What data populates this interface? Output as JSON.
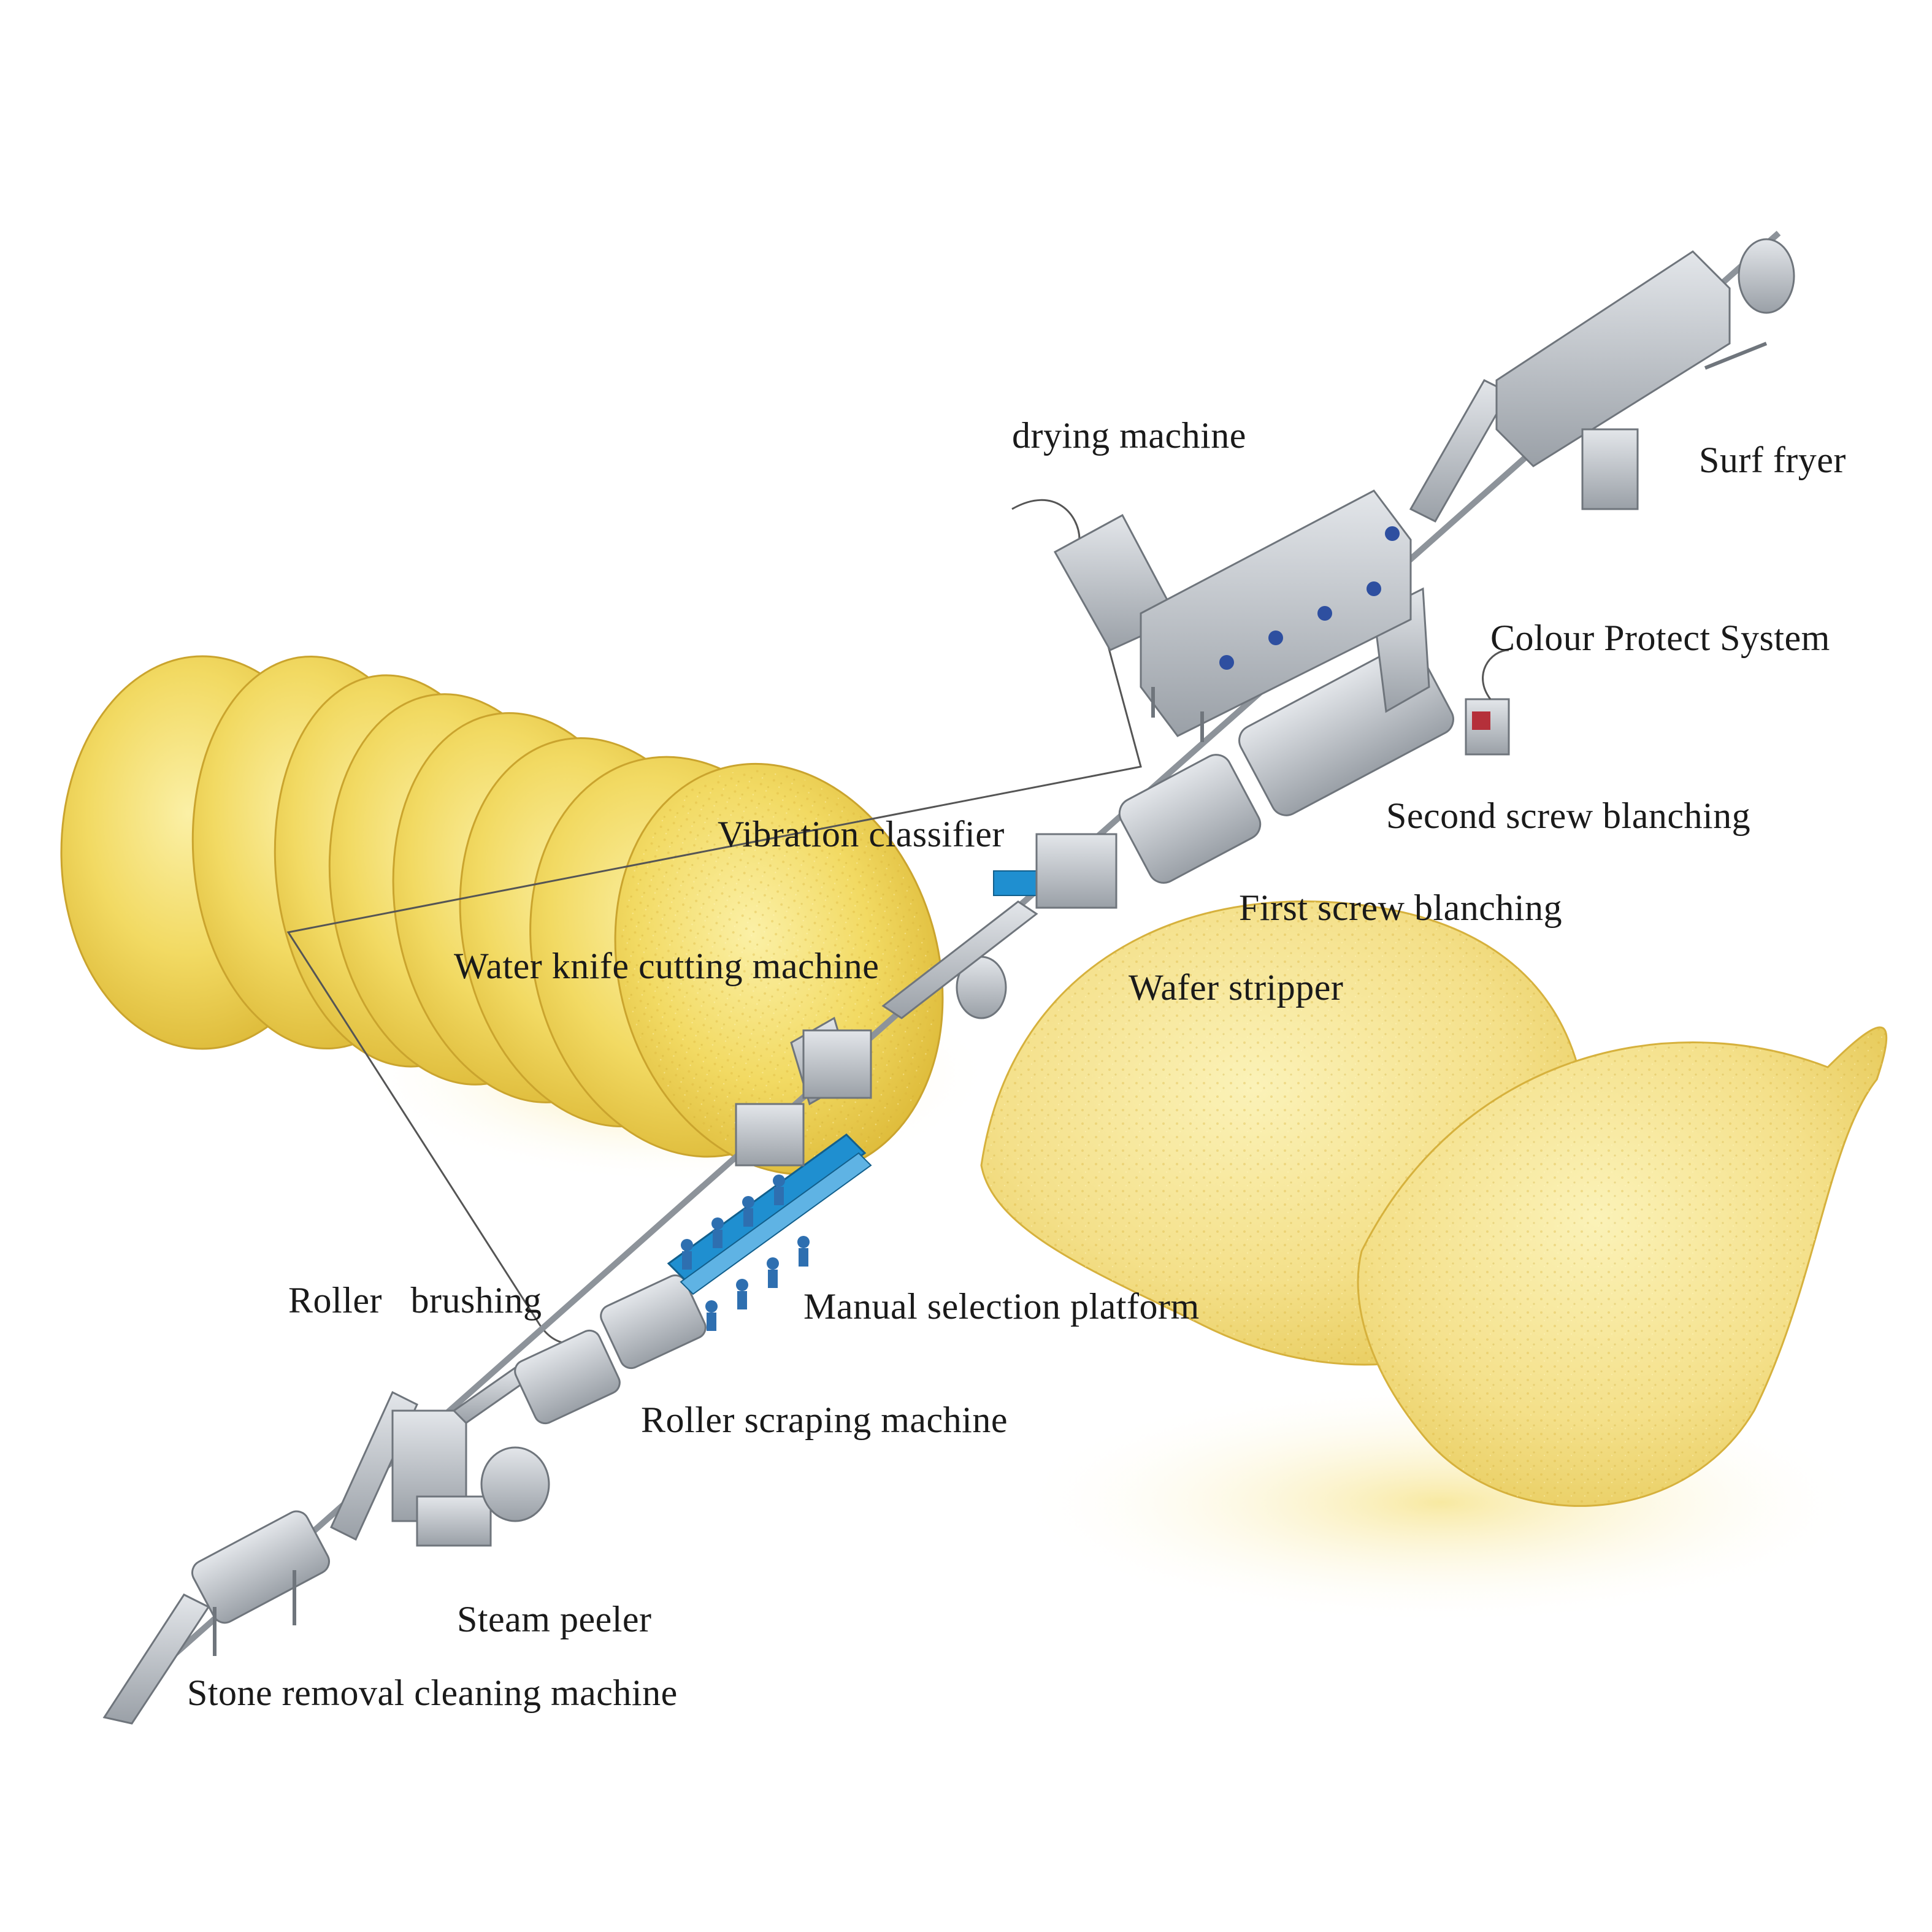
{
  "diagram": {
    "labels": {
      "drying_machine": "drying machine",
      "surf_fryer": "Surf fryer",
      "colour_protect_system": "Colour Protect System",
      "second_screw_blanching": "Second screw blanching",
      "vibration_classifier": "Vibration classifier",
      "first_screw_blanching": "First screw blanching",
      "water_knife_cutting_machine": "Water knife cutting machine",
      "wafer_stripper": "Wafer stripper",
      "roller_brushing": "Roller   brushing",
      "manual_selection_platform": "Manual selection platform",
      "roller_scraping_machine": "Roller scraping machine",
      "steam_peeler": "Steam peeler",
      "stone_removal_cleaning_machine": "Stone removal cleaning machine"
    },
    "colors": {
      "chip_light": "#f6e27a",
      "chip_mid": "#efd052",
      "chip_dark": "#d9b52f",
      "machine_metal": "#b9bec4",
      "conveyor_blue": "#1f8fd0",
      "worker_blue": "#2e6fb0",
      "text": "#1a1a1a"
    }
  }
}
